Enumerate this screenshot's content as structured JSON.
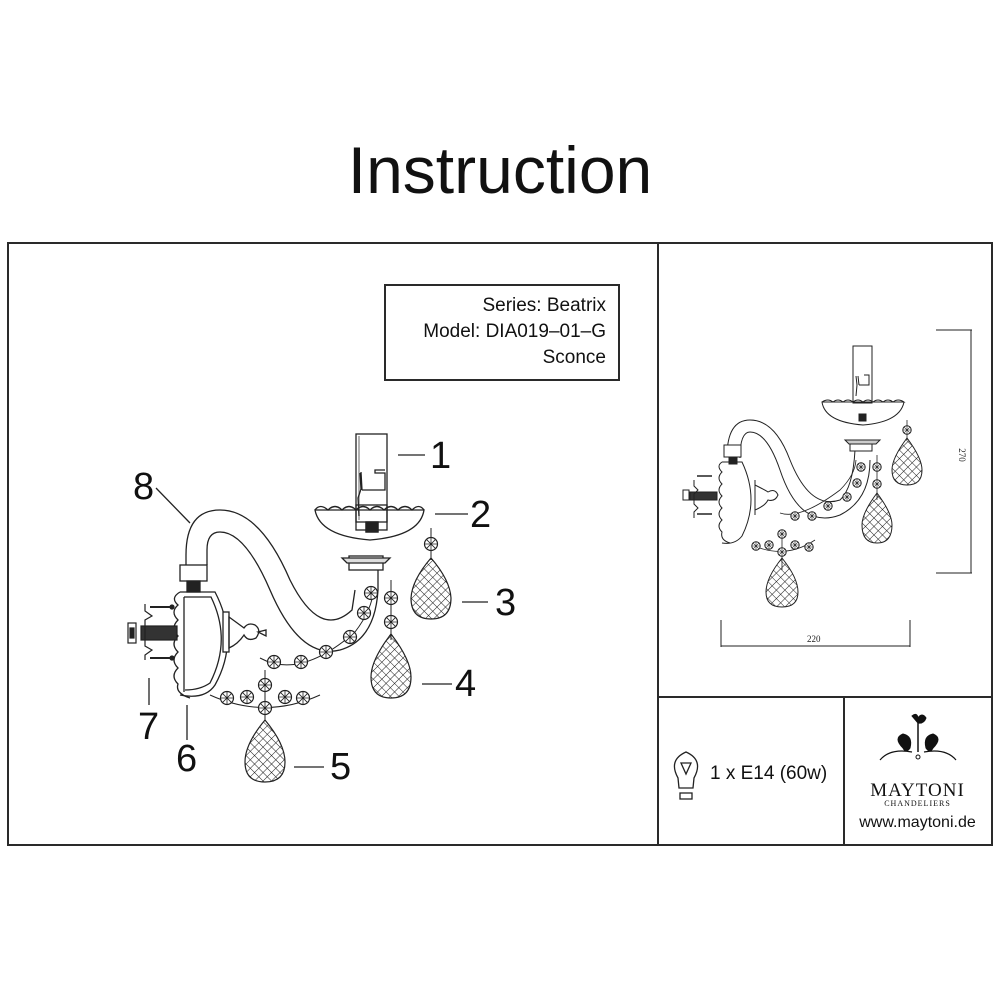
{
  "title": "Instruction",
  "product": {
    "series_line": "Series: Beatrix",
    "model_line": "Model: DIA019–01–G",
    "type_line": "Sconce"
  },
  "callouts": [
    {
      "number": "1",
      "part": "socket-cover"
    },
    {
      "number": "2",
      "part": "bobeche-dish"
    },
    {
      "number": "3",
      "part": "drop-crystal-small"
    },
    {
      "number": "4",
      "part": "drop-crystal-side"
    },
    {
      "number": "5",
      "part": "drop-crystal-bottom"
    },
    {
      "number": "6",
      "part": "wall-plate-body"
    },
    {
      "number": "7",
      "part": "mounting-bracket-screws"
    },
    {
      "number": "8",
      "part": "curved-arm"
    }
  ],
  "dimensions": {
    "width": "220",
    "height": "270"
  },
  "bulb": {
    "icon": "light-bulb-icon",
    "spec": "1 x E14 (60w)"
  },
  "brand": {
    "logo_icon": "maytoni-ornament-icon",
    "name": "MAYTONI",
    "subtitle": "CHANDELIERS",
    "url": "www.maytoni.de"
  }
}
